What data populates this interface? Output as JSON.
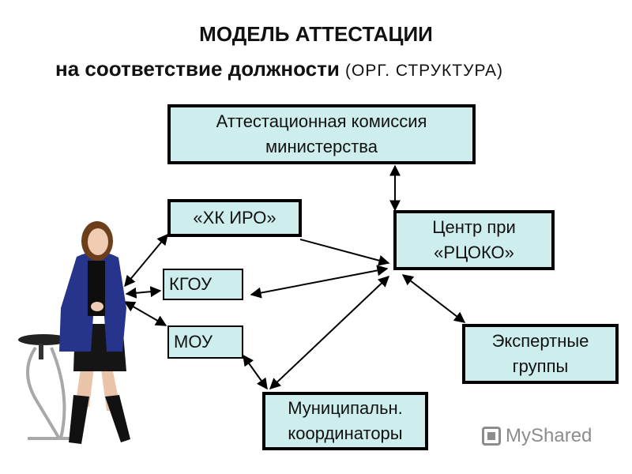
{
  "header": {
    "title": "МОДЕЛЬ АТТЕСТАЦИИ",
    "subtitle_main": "на соответствие должности",
    "subtitle_note": "(ОРГ. СТРУКТУРА)"
  },
  "nodes": {
    "commission": {
      "line1": "Аттестационная комиссия",
      "line2": "министерства"
    },
    "hk_iro": {
      "label": "«ХК ИРО»"
    },
    "center": {
      "line1": "Центр при",
      "line2": "«РЦОКО»"
    },
    "kgou": {
      "label": "КГОУ"
    },
    "mou": {
      "label": "МОУ"
    },
    "experts": {
      "line1": "Экспертные",
      "line2": "группы"
    },
    "municipal": {
      "line1": "Муниципальн.",
      "line2": "координаторы"
    }
  },
  "colors": {
    "box_fill": "#cdeeed",
    "border": "#000000"
  },
  "watermark": {
    "text": "MyShared",
    "icon": "presentation-icon"
  }
}
